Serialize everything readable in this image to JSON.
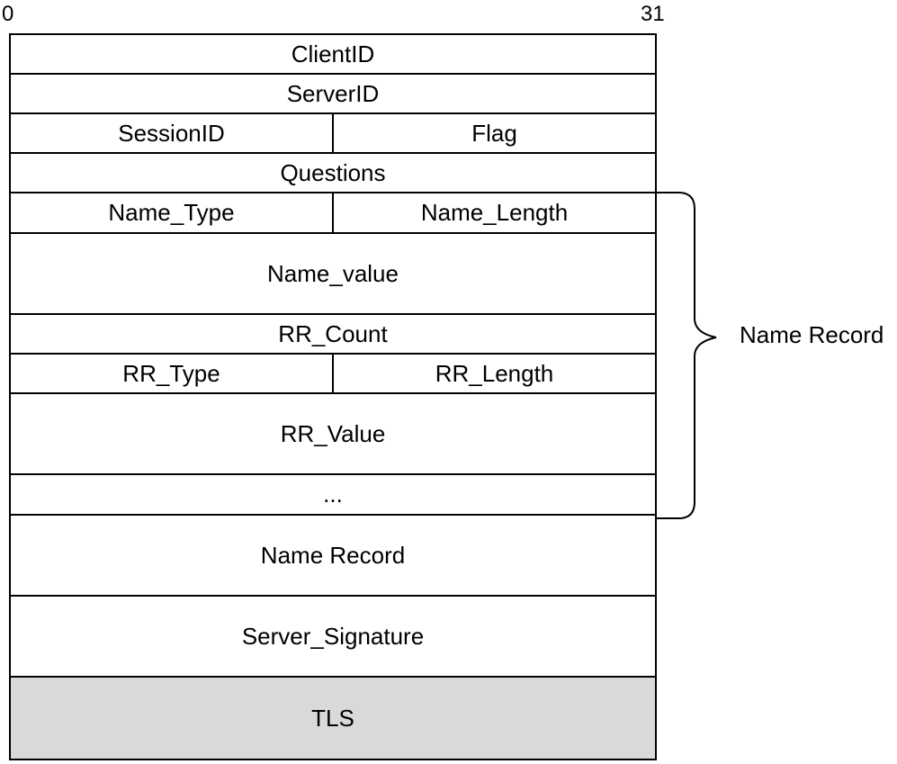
{
  "bit_labels": {
    "start": "0",
    "end": "31"
  },
  "rows": [
    {
      "cells": [
        "ClientID"
      ]
    },
    {
      "cells": [
        "ServerID"
      ]
    },
    {
      "cells": [
        "SessionID",
        "Flag"
      ]
    },
    {
      "cells": [
        "Questions"
      ]
    },
    {
      "cells": [
        "Name_Type",
        "Name_Length"
      ]
    },
    {
      "cells": [
        "Name_value"
      ]
    },
    {
      "cells": [
        "RR_Count"
      ]
    },
    {
      "cells": [
        "RR_Type",
        "RR_Length"
      ]
    },
    {
      "cells": [
        "RR_Value"
      ]
    },
    {
      "cells": [
        "..."
      ]
    },
    {
      "cells": [
        "Name Record"
      ]
    },
    {
      "cells": [
        "Server_Signature"
      ]
    },
    {
      "cells": [
        "TLS"
      ]
    }
  ],
  "brace": {
    "label": "Name Record"
  },
  "colors": {
    "line": "#000000",
    "shaded_fill": "#d9d9d9",
    "background": "#ffffff"
  }
}
